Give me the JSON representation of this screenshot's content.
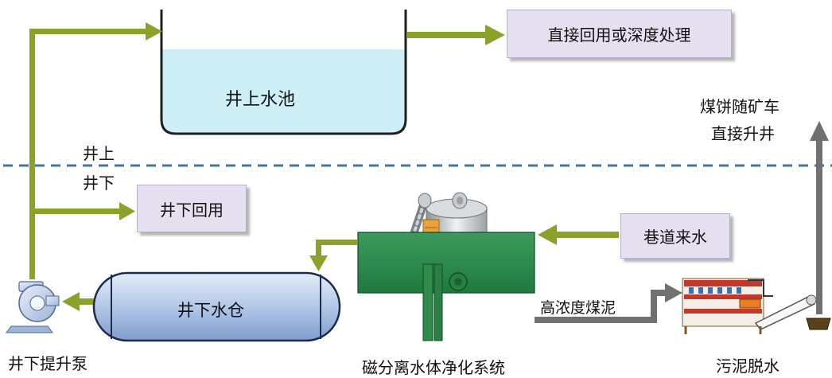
{
  "nodes": {
    "surface_pool": "井上水池",
    "reuse_or_treatment": "直接回用或深度处理",
    "surface": "井上",
    "underground": "井下",
    "underground_reuse": "井下回用",
    "roadway_water": "巷道来水",
    "cake_to_surface_line1": "煤饼随矿车",
    "cake_to_surface_line2": "直接升井",
    "sump": "井下水仓",
    "high_conc_sludge": "高浓度煤泥",
    "lift_pump": "井下提升泵",
    "magnetic_purifier": "磁分离水体净化系统",
    "sludge_dewatering": "污泥脱水"
  },
  "colors": {
    "arrow": "#8aa22a",
    "sludge_arrow": "#707070",
    "divider": "#3f73a6",
    "box_fill": "#e6dff0",
    "water": "#cdeff5"
  }
}
